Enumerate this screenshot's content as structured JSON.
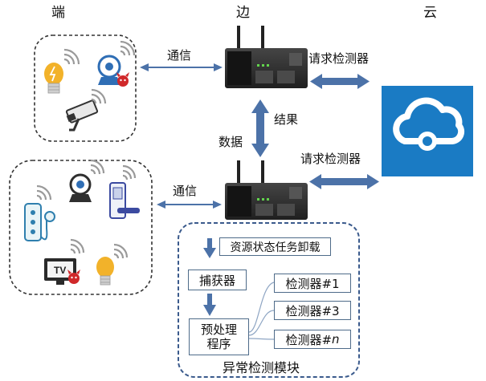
{
  "columns": {
    "device": "端",
    "edge": "边",
    "cloud": "云"
  },
  "edges": {
    "comm_top": "通信",
    "comm_bottom": "通信",
    "request_top": "请求检测器",
    "request_bottom": "请求检测器",
    "result": "结果",
    "data": "数据"
  },
  "module": {
    "title": "异常检测模块",
    "unload": "资源状态任务卸载",
    "capturer": "捕获器",
    "preprocess_line1": "预处理",
    "preprocess_line2": "程序",
    "detectors": [
      "检测器#1",
      "检测器#3",
      "检测器#"
    ],
    "detector_n_suffix": "n"
  },
  "device_icons": {
    "tv_label": "TV"
  },
  "colors": {
    "arrow": "#4c72a8",
    "dashed_border": "#3f4f68",
    "module_border": "#3a5a8c",
    "router": "#2b2b2b",
    "cloud_tile": "#1a7bc4",
    "bulb": "#f2b22a",
    "camera_blue": "#2f6eb5",
    "devil_red": "#d0282a",
    "wifi_gray": "#9a9a9a"
  }
}
